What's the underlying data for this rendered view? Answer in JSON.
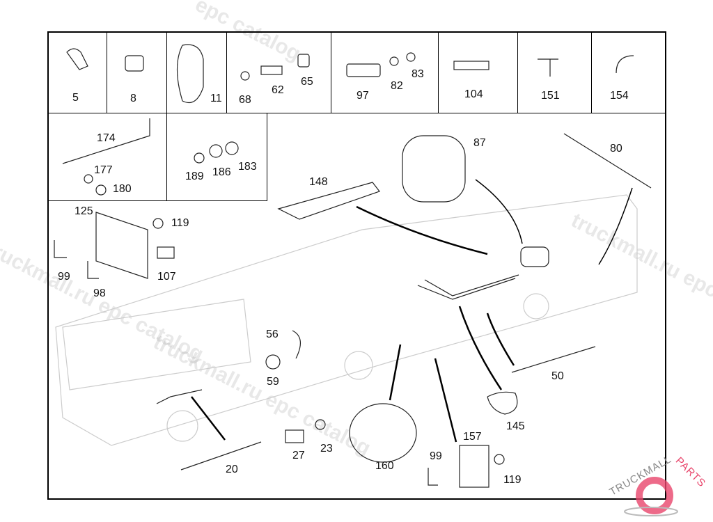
{
  "diagram": {
    "top_row_cells": [
      {
        "parts": [
          "5"
        ]
      },
      {
        "parts": [
          "8"
        ]
      },
      {
        "parts": [
          "11"
        ]
      },
      {
        "parts": [
          "68",
          "62",
          "65"
        ]
      },
      {
        "parts": [
          "97",
          "82",
          "83"
        ]
      },
      {
        "parts": [
          "104"
        ]
      },
      {
        "parts": [
          "151"
        ]
      },
      {
        "parts": [
          "154"
        ]
      }
    ],
    "second_row_cells": [
      {
        "parts": [
          "174",
          "177",
          "180"
        ]
      },
      {
        "parts": [
          "189",
          "186",
          "183"
        ]
      }
    ],
    "left_group": {
      "parts": [
        "125",
        "119",
        "99",
        "98",
        "107"
      ]
    },
    "main_callouts": [
      "87",
      "80",
      "148",
      "56",
      "59",
      "50",
      "145",
      "20",
      "27",
      "23",
      "160",
      "99",
      "157",
      "119"
    ]
  },
  "labels": {
    "p5": "5",
    "p8": "8",
    "p11": "11",
    "p68": "68",
    "p62": "62",
    "p65": "65",
    "p97": "97",
    "p82": "82",
    "p83": "83",
    "p104": "104",
    "p151": "151",
    "p154": "154",
    "p174": "174",
    "p177": "177",
    "p180": "180",
    "p189": "189",
    "p186": "186",
    "p183": "183",
    "p125": "125",
    "p119a": "119",
    "p99a": "99",
    "p98": "98",
    "p107": "107",
    "p148": "148",
    "p87": "87",
    "p80": "80",
    "p56": "56",
    "p59": "59",
    "p50": "50",
    "p145": "145",
    "p20": "20",
    "p27": "27",
    "p23": "23",
    "p160": "160",
    "p99b": "99",
    "p157": "157",
    "p119b": "119"
  },
  "watermarks": {
    "w1": "truckmall.ru epc catalog",
    "w2": "epc catalog",
    "w3": "truckmall.ru epc catalog",
    "w4": "truckmall.ru epc catalog"
  },
  "logo": {
    "text_left": "TRUCKMALL",
    "text_right": "PARTS",
    "accent_color": "#e8456b"
  }
}
